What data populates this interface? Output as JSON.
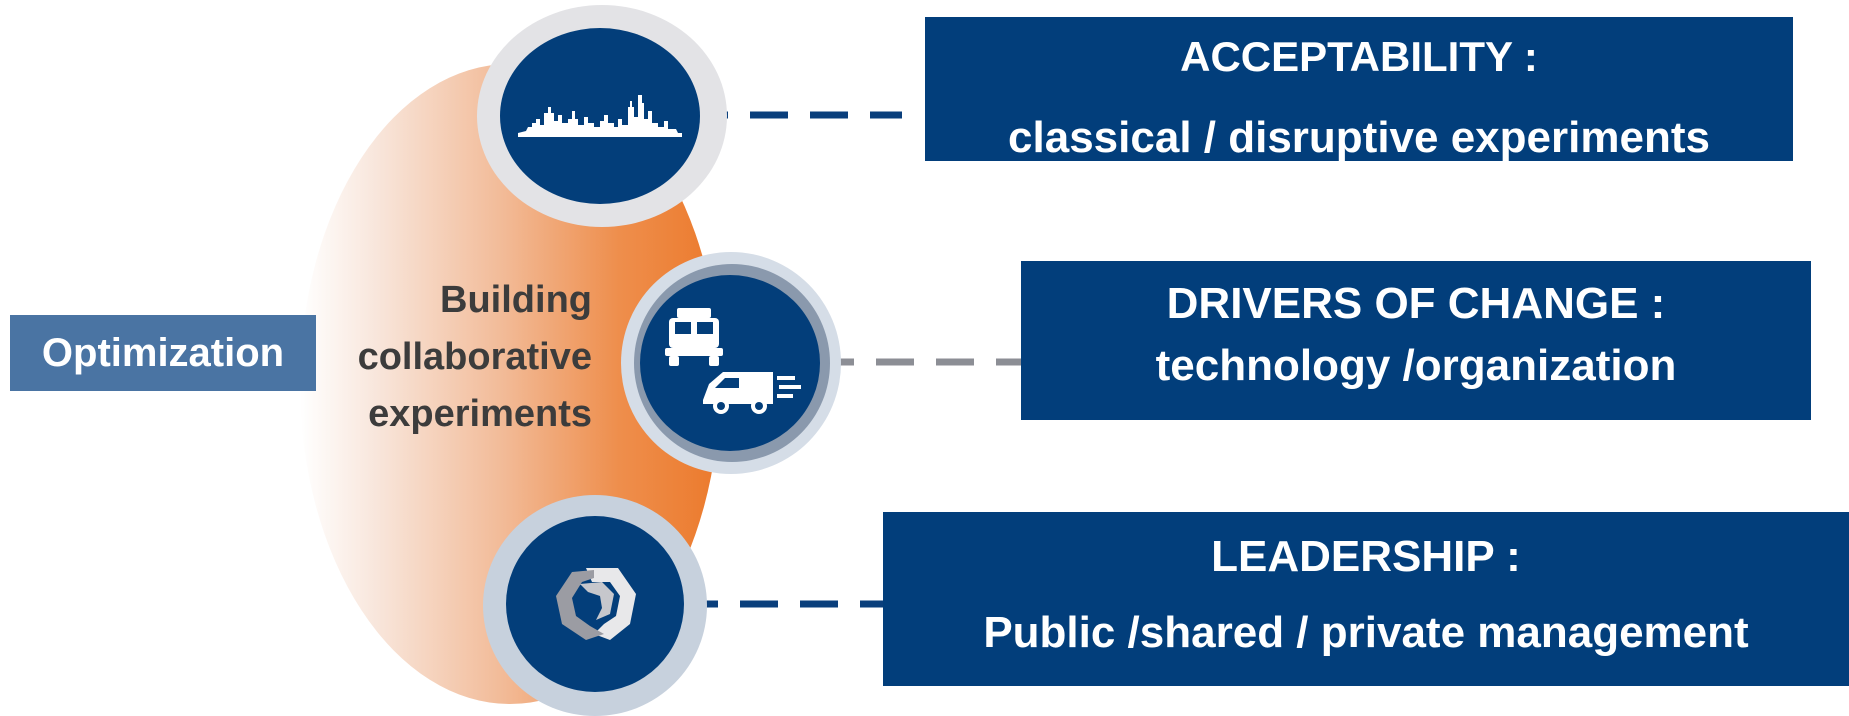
{
  "left_label": "Optimization",
  "center_label": [
    "Building",
    "collaborative",
    "experiments"
  ],
  "items": [
    {
      "title": "ACCEPTABILITY :",
      "subtitle": "classical / disruptive experiments",
      "icon": "city-skyline-icon",
      "connector_color": "#0a3f7c"
    },
    {
      "title": "DRIVERS OF CHANGE :",
      "subtitle": "technology /organization",
      "icon": "truck-and-van-icon",
      "connector_color": "#8c8e95"
    },
    {
      "title": "LEADERSHIP :",
      "subtitle": "Public /shared / private management",
      "icon": "chain-link-icon",
      "connector_color": "#0a3f7c"
    }
  ],
  "colors": {
    "box_blue": "#023e7b",
    "optimization_blue": "#4a74a3",
    "orange": "#ec7a2c",
    "text_dark": "#3c3c3c"
  }
}
